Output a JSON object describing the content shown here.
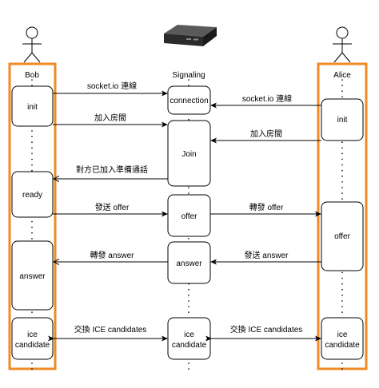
{
  "participants": {
    "bob": "Bob",
    "signaling": "Signaling",
    "alice": "Alice"
  },
  "bob_boxes": {
    "init": "init",
    "ready": "ready",
    "answer": "answer",
    "ice_line1": "ice",
    "ice_line2": "candidate"
  },
  "server_boxes": {
    "connection": "connection",
    "join": "Join",
    "offer": "offer",
    "answer": "answer",
    "ice_line1": "ice",
    "ice_line2": "candidate"
  },
  "alice_boxes": {
    "init": "init",
    "offer": "offer",
    "ice_line1": "ice",
    "ice_line2": "candidate"
  },
  "messages": {
    "bob_socket": "socket.io 連線",
    "alice_socket": "socket.io 連線",
    "bob_join": "加入房間",
    "alice_join": "加入房間",
    "peer_joined": "對方已加入準備通話",
    "send_offer": "發送 offer",
    "forward_offer": "轉發 offer",
    "forward_answer": "轉發 answer",
    "send_answer": "發送 answer",
    "bob_ice": "交換 ICE candidates",
    "alice_ice": "交換 ICE candidates"
  },
  "colors": {
    "highlight": "#F08A24",
    "line": "#000000",
    "device": "#2b2b2b"
  },
  "icons": {
    "actor": "stick-figure-icon",
    "server": "router-device-icon"
  }
}
